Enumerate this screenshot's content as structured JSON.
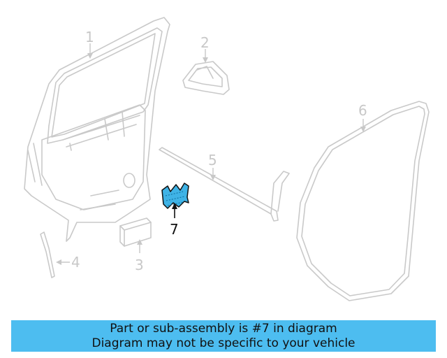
{
  "diagram": {
    "callouts": [
      {
        "id": "1",
        "label": "1"
      },
      {
        "id": "2",
        "label": "2"
      },
      {
        "id": "3",
        "label": "3"
      },
      {
        "id": "4",
        "label": "4"
      },
      {
        "id": "5",
        "label": "5"
      },
      {
        "id": "6",
        "label": "6"
      },
      {
        "id": "7",
        "label": "7"
      }
    ],
    "highlighted_part": "7",
    "colors": {
      "part_line": "#c9c9c9",
      "highlight_fill": "#3fb3e6",
      "highlight_stroke": "#111111",
      "banner_bg": "#4dbdf0"
    }
  },
  "banner": {
    "line1": "Part or sub-assembly is #7 in diagram",
    "line2": "Diagram may not be specific to your vehicle"
  }
}
